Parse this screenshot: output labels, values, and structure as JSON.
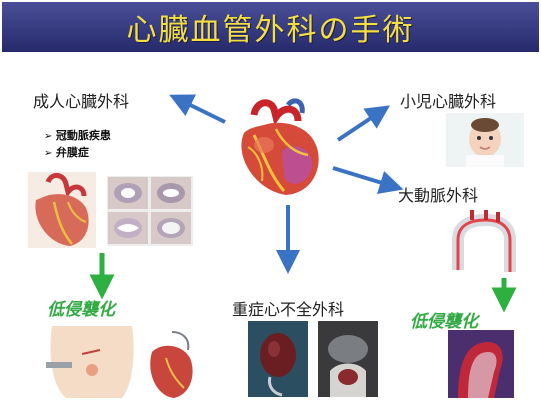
{
  "title": "心臓血管外科の手術",
  "categories": {
    "adult": "成人心臓外科",
    "pediatric": "小児心臓外科",
    "aortic": "大動脈外科",
    "heart_failure": "重症心不全外科"
  },
  "adult_items": [
    "冠動脈疾患",
    "弁膜症"
  ],
  "minimally_invasive_left": "低侵襲化",
  "minimally_invasive_right": "低侵襲化",
  "colors": {
    "title_bg": "#2e3278",
    "title_text": "#f4df3f",
    "arrow_blue": "#3a72c4",
    "arrow_green": "#2db040",
    "green_text": "#33aa44"
  }
}
